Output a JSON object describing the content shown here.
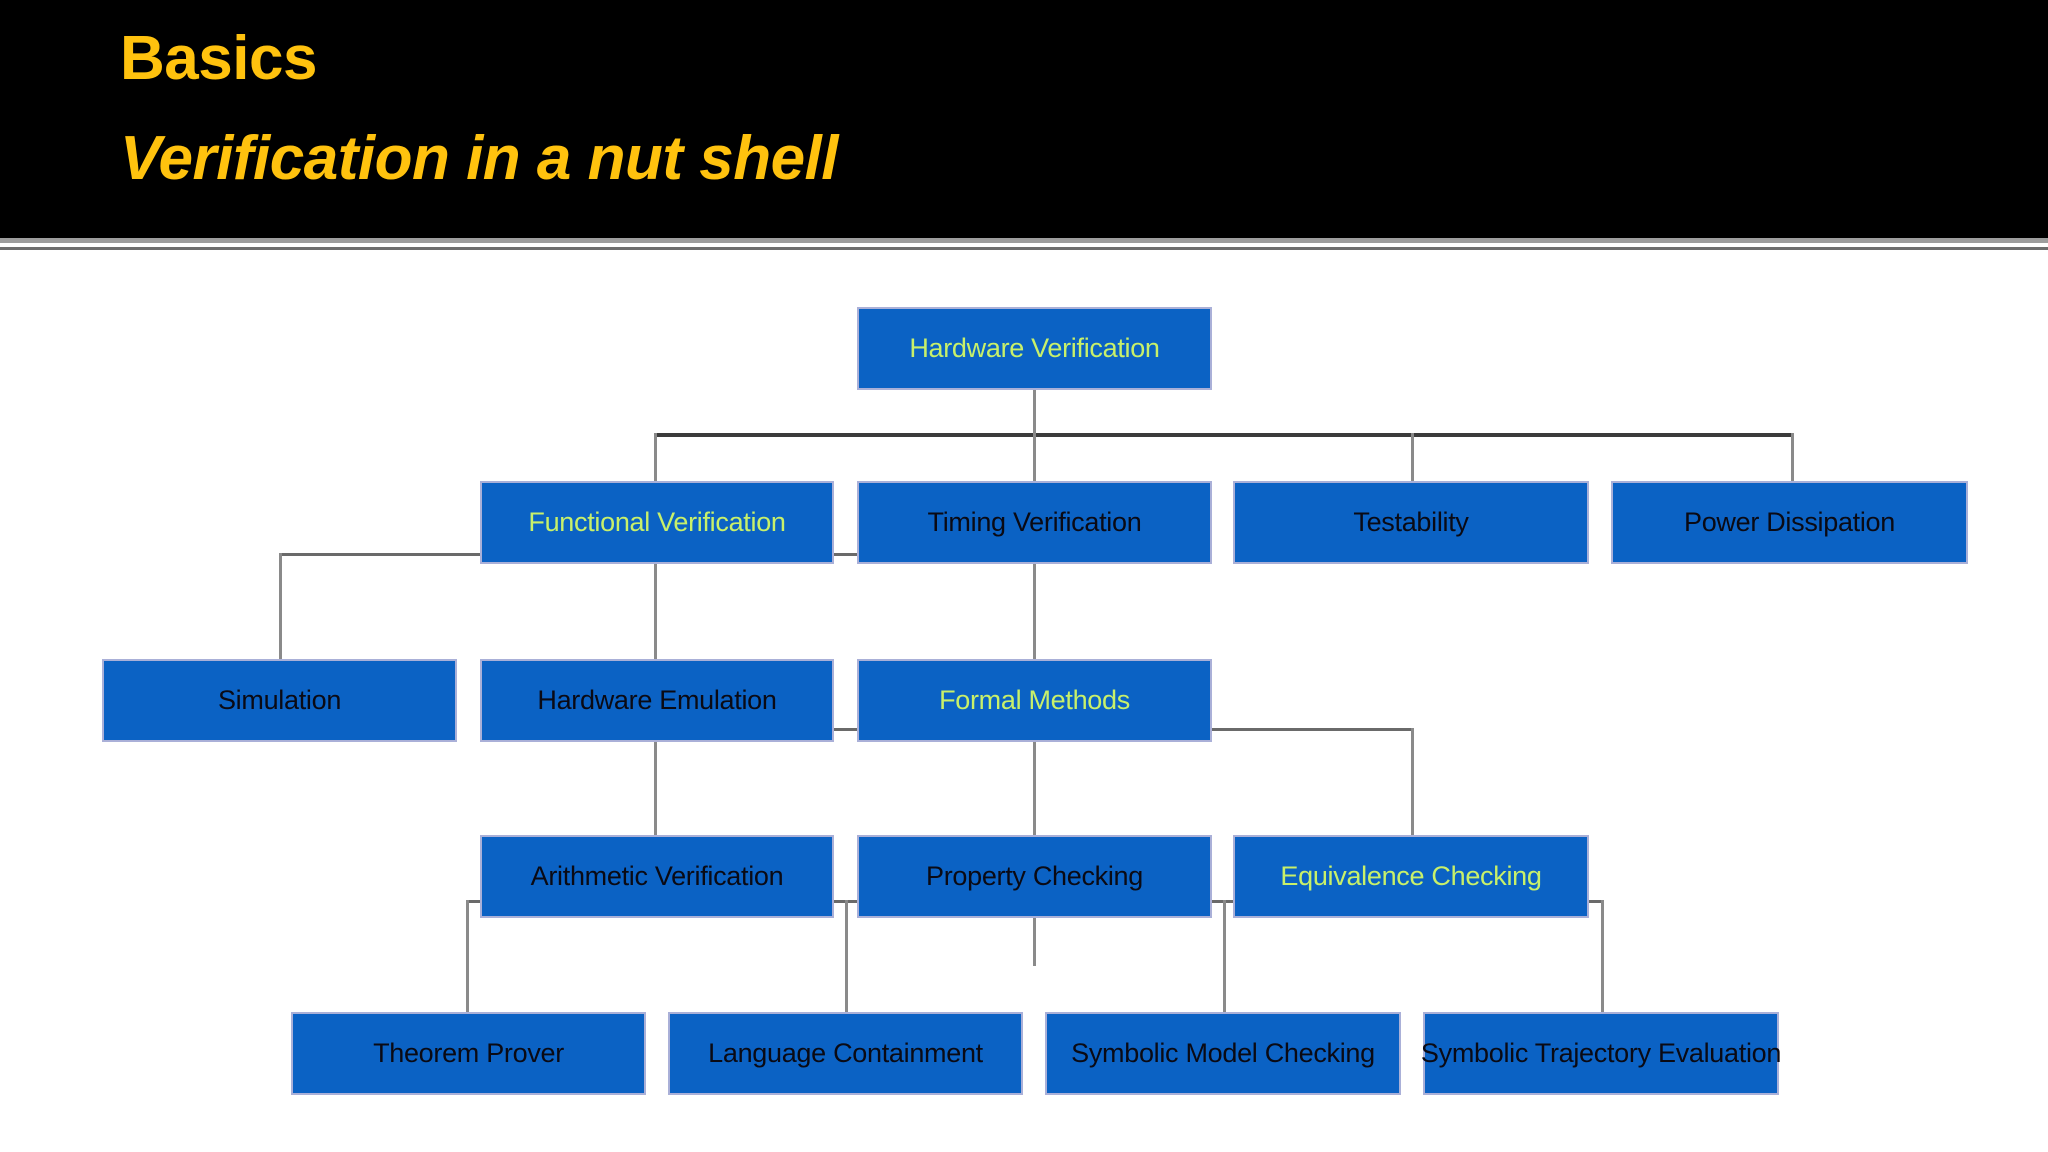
{
  "slide": {
    "title_line_1": "Basics",
    "title_line_2": "Verification in a nut shell",
    "banner_background": "#000000",
    "title_color": "#ffc20e"
  },
  "diagram": {
    "type": "tree",
    "node_fill": "#0b62c4",
    "node_border": "#aab0d8",
    "text_dark": "#0a0a14",
    "text_highlight": "#c8f06a",
    "connector_color": "#6a6a6a",
    "nodes": [
      {
        "id": "hardware-verification",
        "label": "Hardware Verification",
        "level": 0,
        "highlight": true
      },
      {
        "id": "functional-verification",
        "label": "Functional Verification",
        "level": 1,
        "highlight": true
      },
      {
        "id": "timing-verification",
        "label": "Timing Verification",
        "level": 1,
        "highlight": false
      },
      {
        "id": "testability",
        "label": "Testability",
        "level": 1,
        "highlight": false
      },
      {
        "id": "power-dissipation",
        "label": "Power Dissipation",
        "level": 1,
        "highlight": false
      },
      {
        "id": "simulation",
        "label": "Simulation",
        "level": 2,
        "highlight": false
      },
      {
        "id": "hardware-emulation",
        "label": "Hardware Emulation",
        "level": 2,
        "highlight": false
      },
      {
        "id": "formal-methods",
        "label": "Formal Methods",
        "level": 2,
        "highlight": true
      },
      {
        "id": "arithmetic-verification",
        "label": "Arithmetic Verification",
        "level": 3,
        "highlight": false
      },
      {
        "id": "property-checking",
        "label": "Property Checking",
        "level": 3,
        "highlight": false
      },
      {
        "id": "equivalence-checking",
        "label": "Equivalence Checking",
        "level": 3,
        "highlight": true
      },
      {
        "id": "theorem-prover",
        "label": "Theorem Prover",
        "level": 4,
        "highlight": false
      },
      {
        "id": "language-containment",
        "label": "Language Containment",
        "level": 4,
        "highlight": false
      },
      {
        "id": "symbolic-model-checking",
        "label": "Symbolic Model Checking",
        "level": 4,
        "highlight": false
      },
      {
        "id": "symbolic-trajectory-evaluation",
        "label": "Symbolic Trajectory Evaluation",
        "level": 4,
        "highlight": false
      }
    ],
    "edges": [
      {
        "from": "hardware-verification",
        "to": "functional-verification"
      },
      {
        "from": "hardware-verification",
        "to": "timing-verification"
      },
      {
        "from": "hardware-verification",
        "to": "testability"
      },
      {
        "from": "hardware-verification",
        "to": "power-dissipation"
      },
      {
        "from": "functional-verification",
        "to": "simulation"
      },
      {
        "from": "functional-verification",
        "to": "hardware-emulation"
      },
      {
        "from": "functional-verification",
        "to": "formal-methods"
      },
      {
        "from": "formal-methods",
        "to": "arithmetic-verification"
      },
      {
        "from": "formal-methods",
        "to": "property-checking"
      },
      {
        "from": "formal-methods",
        "to": "equivalence-checking"
      },
      {
        "from": "property-checking",
        "to": "theorem-prover"
      },
      {
        "from": "property-checking",
        "to": "language-containment"
      },
      {
        "from": "property-checking",
        "to": "symbolic-model-checking"
      },
      {
        "from": "property-checking",
        "to": "symbolic-trajectory-evaluation"
      }
    ]
  }
}
